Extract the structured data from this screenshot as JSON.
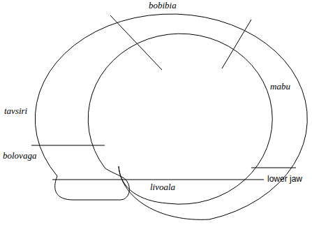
{
  "diagram": {
    "labels": [
      "bobibia",
      "tavsiri",
      "mabu",
      "bolovaga",
      "livoala",
      "lower jaw"
    ]
  }
}
